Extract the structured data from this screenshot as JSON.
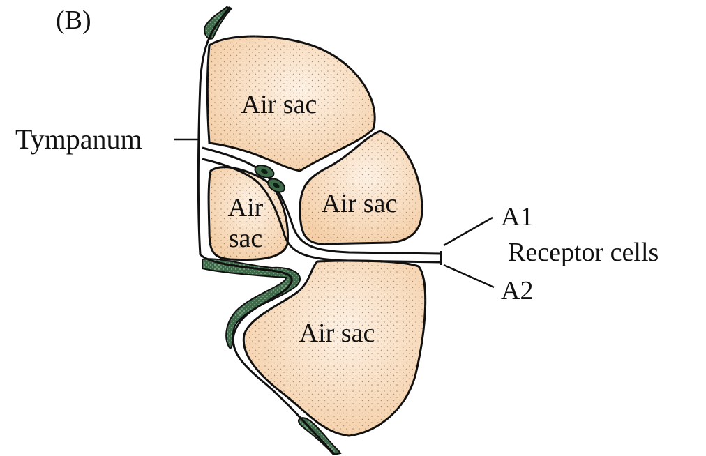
{
  "panel_label": "(B)",
  "labels": {
    "tympanum": "Tympanum",
    "a1": "A1",
    "receptor_cells": "Receptor cells",
    "a2": "A2"
  },
  "air_sacs": {
    "upper": "Air sac",
    "middle_right": "Air sac",
    "small_left_line1": "Air",
    "small_left_line2": "sac",
    "lower": "Air sac"
  },
  "colors": {
    "sac_fill": "#f7d8b8",
    "sac_center": "#fdf1e4",
    "cuticle": "#3f6b4b",
    "outline": "#111111"
  }
}
